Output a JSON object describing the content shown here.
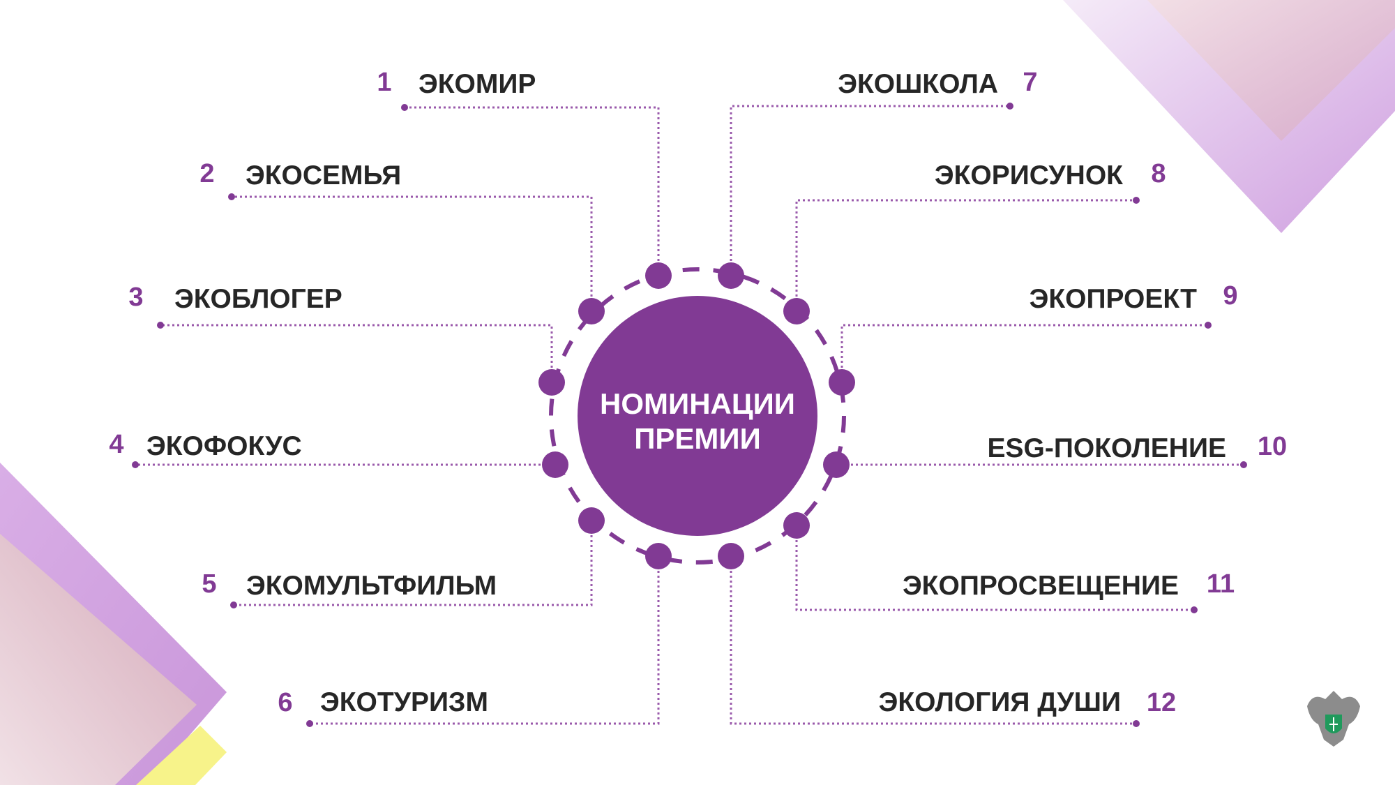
{
  "center": {
    "line1": "НОМИНАЦИИ",
    "line2": "ПРЕМИИ"
  },
  "colors": {
    "accent": "#813a94",
    "text": "#262626",
    "lavender": "#d7aee3",
    "rose": "#d9b3bf",
    "yellow": "#f7f38a"
  },
  "nominations": [
    {
      "num": "1",
      "label": "ЭКОМИР"
    },
    {
      "num": "2",
      "label": "ЭКОСЕМЬЯ"
    },
    {
      "num": "3",
      "label": "ЭКОБЛОГЕР"
    },
    {
      "num": "4",
      "label": "ЭКОФОКУС"
    },
    {
      "num": "5",
      "label": "ЭКОМУЛЬТФИЛЬМ"
    },
    {
      "num": "6",
      "label": "ЭКОТУРИЗМ"
    },
    {
      "num": "7",
      "label": "ЭКОШКОЛА"
    },
    {
      "num": "8",
      "label": "ЭКОРИСУНОК"
    },
    {
      "num": "9",
      "label": "ЭКОПРОЕКТ"
    },
    {
      "num": "10",
      "label": "ESG-ПОКОЛЕНИЕ"
    },
    {
      "num": "11",
      "label": "ЭКОПРОСВЕЩЕНИЕ"
    },
    {
      "num": "12",
      "label": "ЭКОЛОГИЯ ДУШИ"
    }
  ],
  "logo": {
    "icon": "double-headed-eagle-emblem"
  }
}
